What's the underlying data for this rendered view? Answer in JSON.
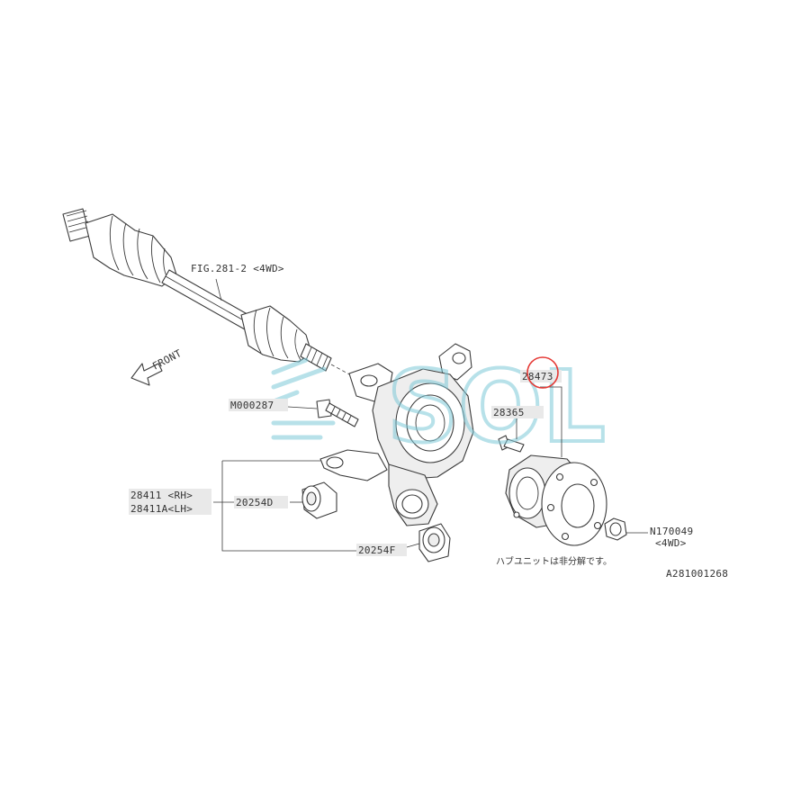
{
  "labels": {
    "fig_ref": "FIG.281-2 <4WD>",
    "front": "FRONT",
    "bolt": "M000287",
    "hub_part": "28473",
    "hub_bolt": "28365",
    "housing_rh": "28411 <RH>",
    "housing_lh": "28411A<LH>",
    "bushing_d": "20254D",
    "bushing_f": "20254F",
    "nut": "N170049",
    "nut_variant": "<4WD>",
    "note_jp": "ハブユニットは非分解です。",
    "diagram_code": "A281001268"
  },
  "watermark": {
    "text": "SOL",
    "color": "#7ec9d8"
  },
  "highlight": {
    "target": "hub_part",
    "color": "#e53935"
  }
}
